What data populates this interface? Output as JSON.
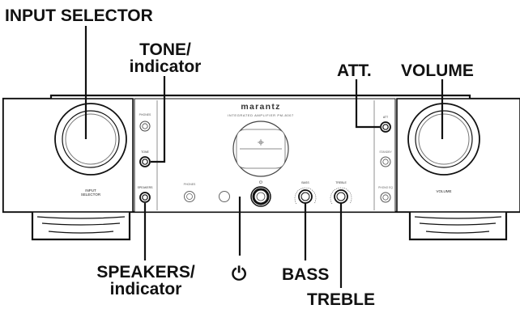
{
  "device": {
    "brand": "marantz",
    "model_line": "INTEGRATED AMPLIFIER PM-8007",
    "panel_labels": {
      "input_selector": "INPUT\nSELECTOR",
      "volume": "VOLUME",
      "speakers": "SPEAKERS",
      "tone": "TONE",
      "bass": "BASS",
      "treble": "TREBLE",
      "att": "ATT",
      "phones": "PHONES"
    }
  },
  "callouts": {
    "input_selector": "INPUT SELECTOR",
    "tone_line1": "TONE/",
    "tone_line2": "indicator",
    "att": "ATT.",
    "volume": "VOLUME",
    "speakers_line1": "SPEAKERS/",
    "speakers_line2": "indicator",
    "power_symbol": "⏻",
    "bass": "BASS",
    "treble": "TREBLE"
  }
}
